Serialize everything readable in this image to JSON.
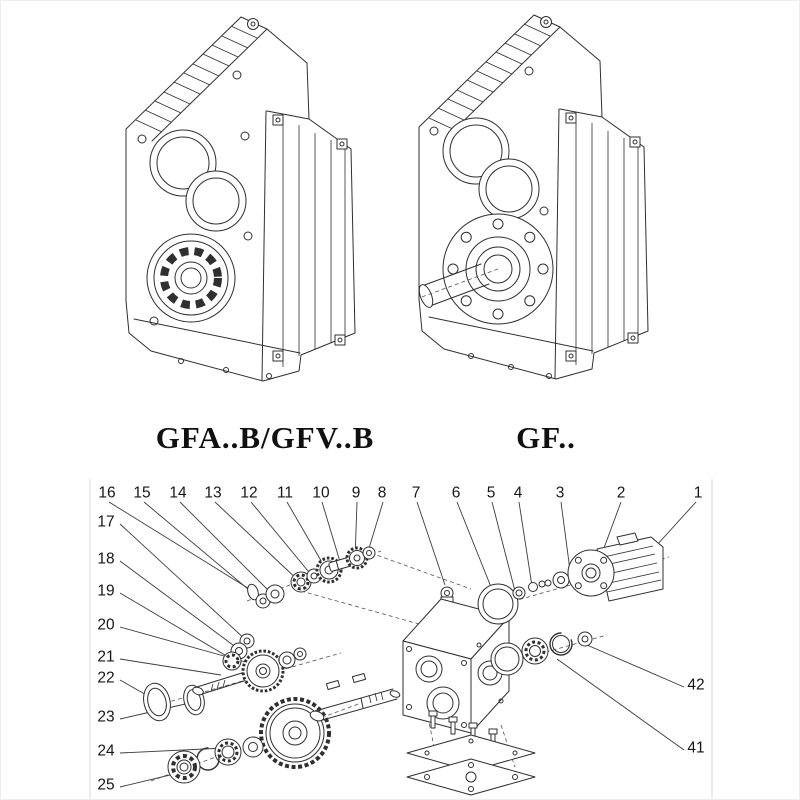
{
  "page": {
    "background": "#ffffff",
    "line_color": "#2f2f2f"
  },
  "figures": {
    "left_label": "GFA..B/GFV..B",
    "right_label": "GF.."
  },
  "callouts": {
    "top_row": [
      "16",
      "15",
      "14",
      "13",
      "12",
      "11",
      "10",
      "9",
      "8",
      "7",
      "6",
      "5",
      "4",
      "3",
      "2",
      "1"
    ],
    "left_column": [
      "17",
      "18",
      "19",
      "20",
      "21",
      "22",
      "23",
      "24",
      "25"
    ],
    "right_column": [
      "42",
      "41"
    ]
  }
}
